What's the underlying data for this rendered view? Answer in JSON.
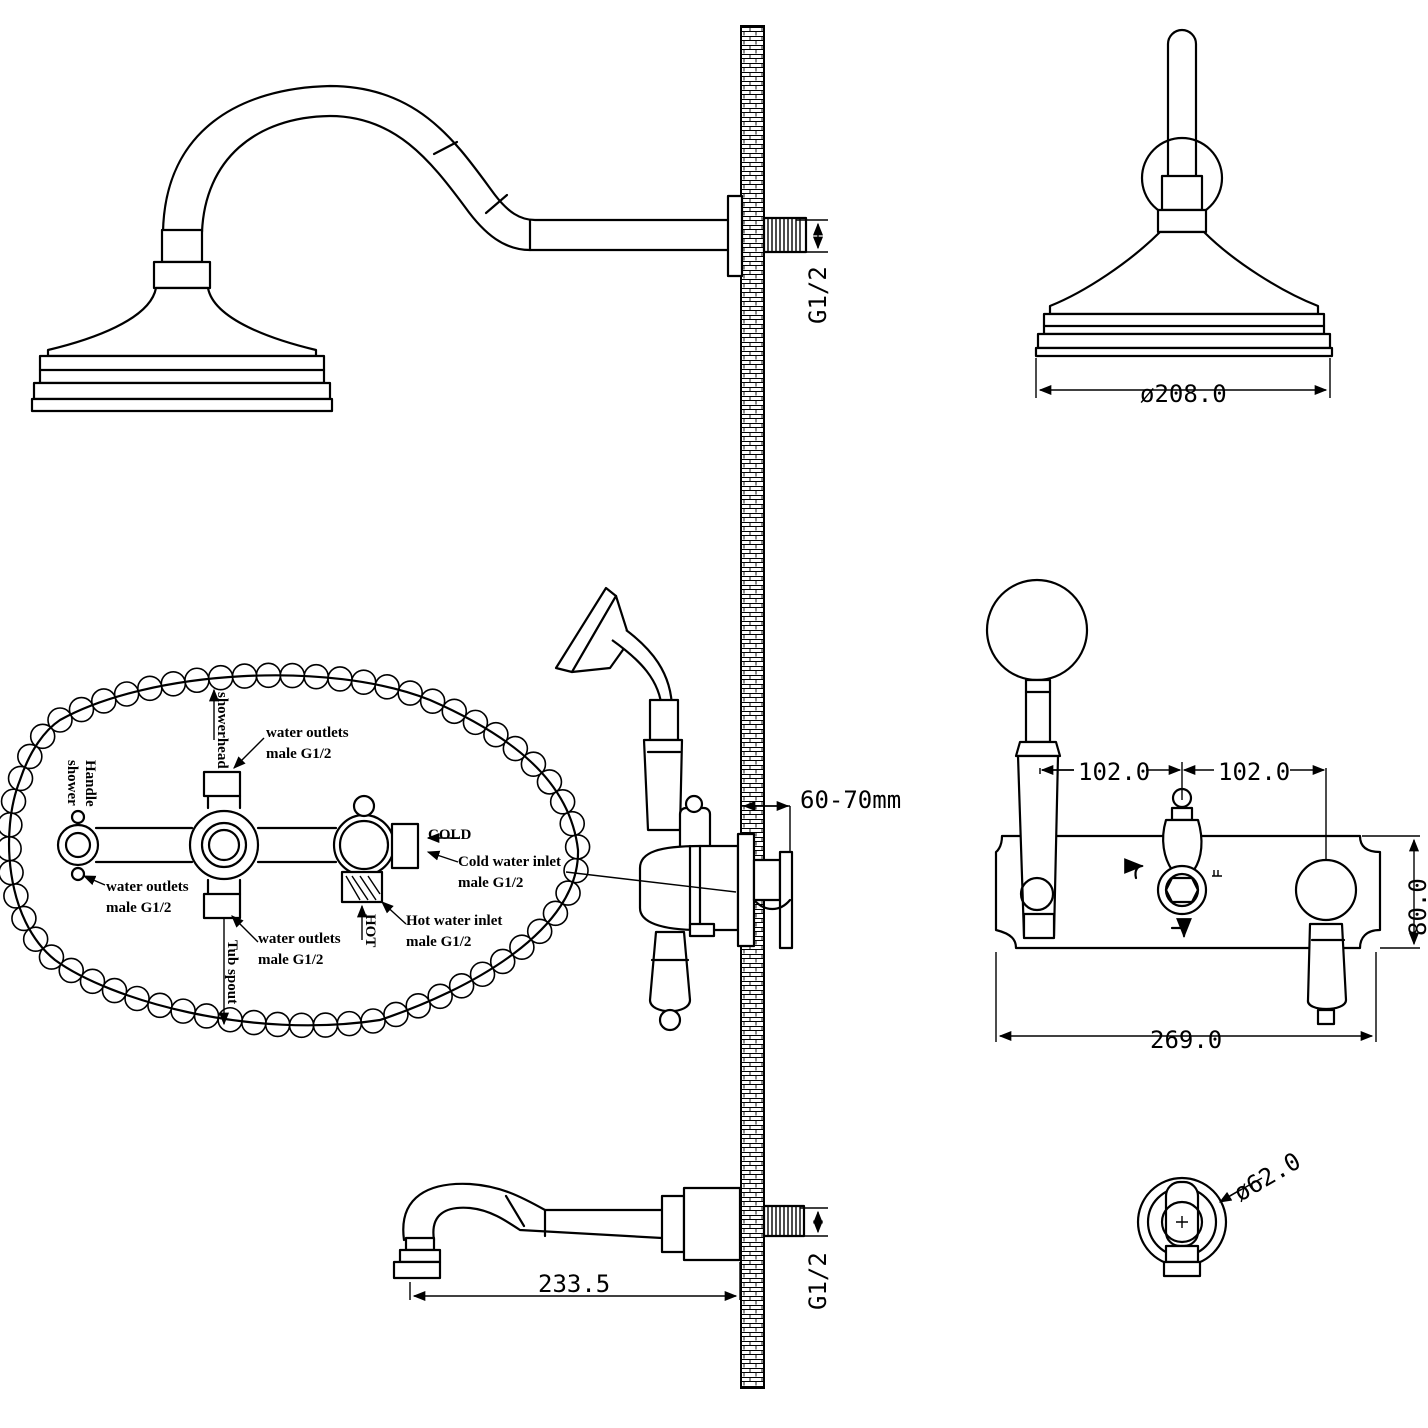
{
  "dimensions": {
    "g12_top": "G1/2",
    "g12_bottom": "G1/2",
    "head_diameter": "ø208.0",
    "wall_depth": "60-70mm",
    "left_spacing": "102.0",
    "right_spacing": "102.0",
    "plate_height": "80.0",
    "plate_width": "269.0",
    "spout_reach": "233.5",
    "escutcheon_diameter": "ø62.0"
  },
  "valve_labels": {
    "showerhead": "showerhead",
    "handle_shower_1": "Handle",
    "handle_shower_2": "shower",
    "tub_spout": "Tub spout",
    "outlet_top_1": "water outlets",
    "outlet_top_2": "male G1/2",
    "outlet_left_1": "water outlets",
    "outlet_left_2": "male G1/2",
    "outlet_bottom_1": "water outlets",
    "outlet_bottom_2": "male G1/2",
    "cold": "COLD",
    "hot": "HOT",
    "cold_inlet_1": "Cold water inlet",
    "cold_inlet_2": "male G1/2",
    "hot_inlet_1": "Hot water inlet",
    "hot_inlet_2": "male G1/2"
  }
}
